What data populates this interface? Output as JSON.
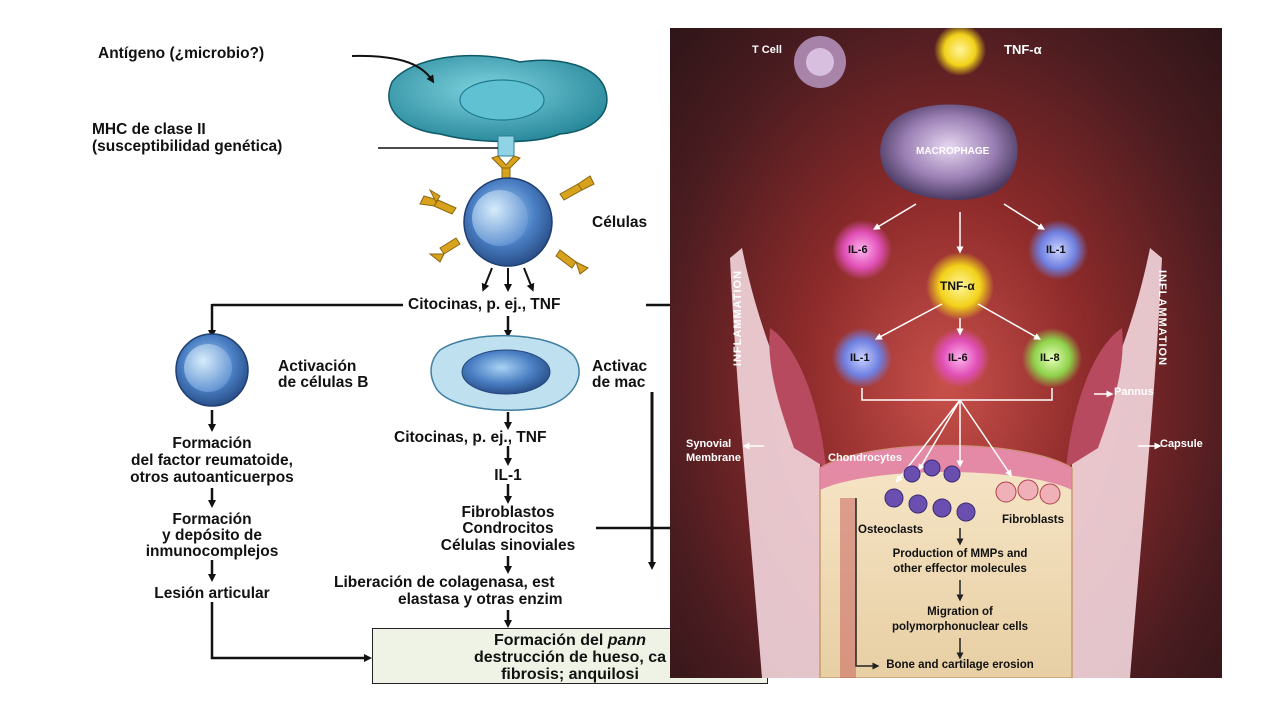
{
  "left": {
    "antigeno": "Antígeno (¿microbio?)",
    "mhc_1": "MHC de clase II",
    "mhc_2": "(susceptibilidad genética)",
    "celulas": "Células",
    "citocinas_1": "Citocinas, p. ej., TNF",
    "activacion_b_1": "Activación",
    "activacion_b_2": "de células B",
    "activacion_mac_1": "Activac",
    "activacion_mac_2": "de mac",
    "formacion_fr_1": "Formación",
    "formacion_fr_2": "del factor reumatoide,",
    "formacion_fr_3": "otros autoanticuerpos",
    "citocinas_2": "Citocinas, p. ej., TNF",
    "il1": "IL-1",
    "formacion_ic_1": "Formación",
    "formacion_ic_2": "y depósito de",
    "formacion_ic_3": "inmunocomplejos",
    "fibro_1": "Fibroblastos",
    "fibro_2": "Condrocitos",
    "fibro_3": "Células sinoviales",
    "lesion": "Lesión articular",
    "liberacion_1": "Liberación de colagenasa, est",
    "liberacion_2": "elastasa y otras enzim",
    "final_1a": "Formación del ",
    "final_1b": "pann",
    "final_2": "destrucción de hueso, ca",
    "final_3": "fibrosis; anquilosi"
  },
  "right": {
    "t_cell": "T Cell",
    "tnf_top": "TNF-α",
    "macrophage": "MACROPHAGE",
    "il6_a": "IL-6",
    "il1_a": "IL-1",
    "tnf_mid": "TNF-α",
    "il1_b": "IL-1",
    "il6_b": "IL-6",
    "il8": "IL-8",
    "inflammation_left": "INFLAMMATION",
    "inflammation_right": "INFLAMMATION",
    "pannus": "Pannus",
    "synovial_1": "Synovial",
    "synovial_2": "Membrane",
    "capsule": "Capsule",
    "chondrocytes": "Chondrocytes",
    "osteoclasts": "Osteoclasts",
    "fibroblasts": "Fibroblasts",
    "mmps_1": "Production of MMPs and",
    "mmps_2": "other effector molecules",
    "migration_1": "Migration of",
    "migration_2": "polymorphonuclear cells",
    "erosion": "Bone and cartilage erosion"
  },
  "colors": {
    "cell_teal": "#2f9fb4",
    "cell_blue": "#4a7fc4",
    "receptor_gold": "#d8a21c",
    "panel_red": "#8c2a2a",
    "tnf_yellow": "#f2d21a",
    "il6_pink": "#e04fb6",
    "il1_blue": "#6f7fe0",
    "il8_green": "#8fd24a"
  }
}
